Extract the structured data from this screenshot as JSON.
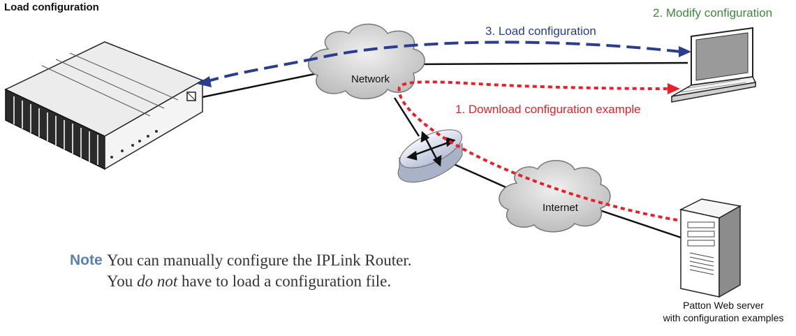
{
  "title": "Load configuration",
  "steps": {
    "download": "1. Download configuration example",
    "modify": "2. Modify configuration",
    "load": "3. Load configuration"
  },
  "clouds": {
    "network": "Network",
    "internet": "Internet"
  },
  "server_caption": {
    "line1": "Patton Web server",
    "line2": "with configuration examples"
  },
  "note": {
    "label": "Note",
    "text_before": "You can manually configure the IPLink Router. You ",
    "text_emphasis": "do not",
    "text_after": " have to load a configuration file."
  },
  "colors": {
    "load_arrow": "#2a3d8f",
    "download_arrow": "#e8202a",
    "modify_text": "#3a8a3a",
    "note_label": "#5a7fb0"
  }
}
